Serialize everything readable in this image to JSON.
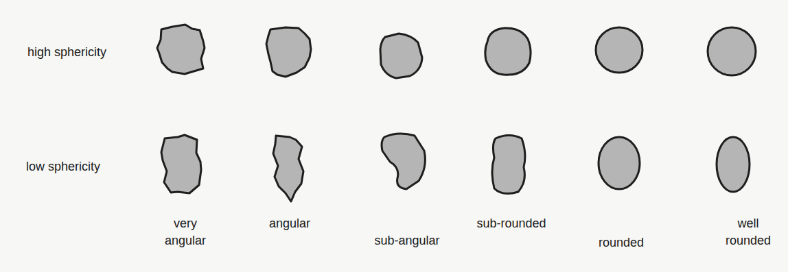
{
  "diagram": {
    "labels": [
      "high sphericity",
      "low sphericity",
      "very angular",
      "angular",
      "sub-angular",
      "sub-rounded",
      "rounded",
      "well rounded"
    ]
  }
}
